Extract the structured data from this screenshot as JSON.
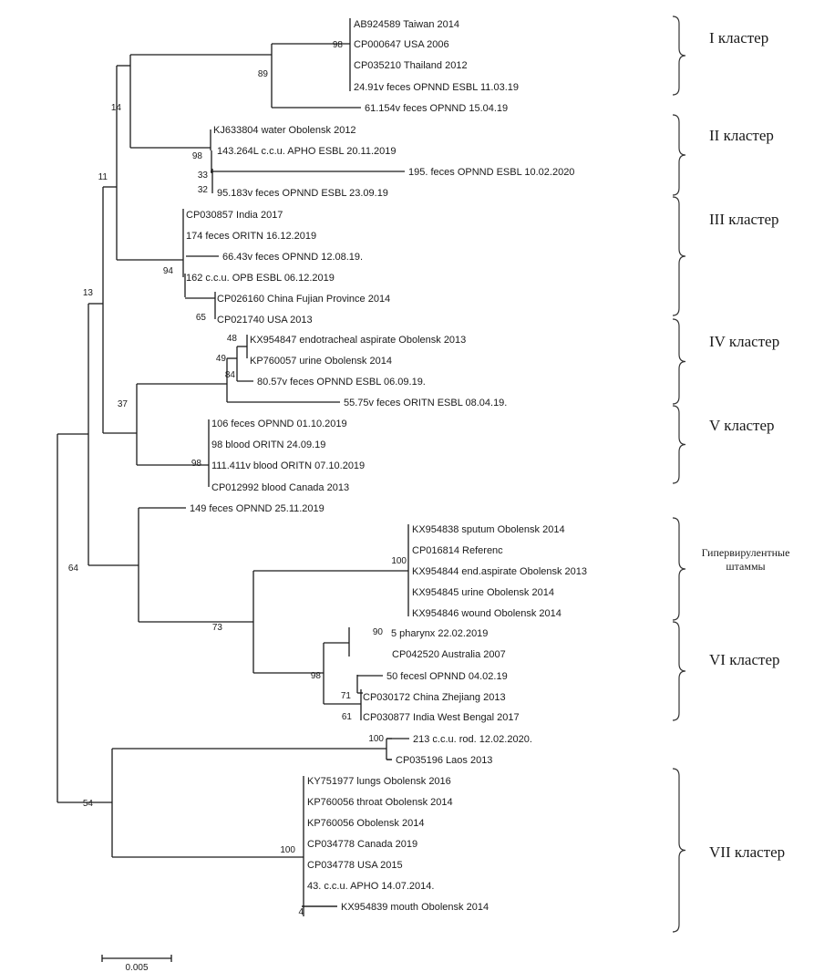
{
  "figure": {
    "type": "phylogenetic-tree",
    "scale_bar_label": "0.005"
  },
  "leaves": [
    {
      "id": "L1",
      "label": "AB924589 Taiwan 2014"
    },
    {
      "id": "L2",
      "label": "CP000647 USA 2006"
    },
    {
      "id": "L3",
      "label": "CP035210 Thailand 2012"
    },
    {
      "id": "L4",
      "label": "24.91v feces OPNND ESBL 11.03.19"
    },
    {
      "id": "L5",
      "label": "61.154v feces OPNND  15.04.19"
    },
    {
      "id": "L6",
      "label": "KJ633804 water Obolensk 2012"
    },
    {
      "id": "L7",
      "label": "143.264L c.c.u. APHO ESBL 20.11.2019"
    },
    {
      "id": "L8",
      "label": "195. feces OPNND ESBL 10.02.2020"
    },
    {
      "id": "L9",
      "label": "95.183v feces OPNND ESBL 23.09.19"
    },
    {
      "id": "L10",
      "label": "CP030857 India 2017"
    },
    {
      "id": "L11",
      "label": "174 feces ORITN 16.12.2019"
    },
    {
      "id": "L12",
      "label": "66.43v feces OPNND 12.08.19."
    },
    {
      "id": "L13",
      "label": "162 c.c.u. OPB ESBL 06.12.2019"
    },
    {
      "id": "L14",
      "label": "CP026160 China Fujian Province 2014"
    },
    {
      "id": "L15",
      "label": "CP021740 USA 2013"
    },
    {
      "id": "L16",
      "label": "KX954847 endotracheal aspirate Obolensk 2013"
    },
    {
      "id": "L17",
      "label": "KP760057 urine Obolensk 2014"
    },
    {
      "id": "L18",
      "label": "80.57v feces OPNND ESBL 06.09.19."
    },
    {
      "id": "L19",
      "label": "55.75v feces ORITN ESBL 08.04.19."
    },
    {
      "id": "L20",
      "label": "106 feces OPNND 01.10.2019"
    },
    {
      "id": "L21",
      "label": "98 blood ORITN 24.09.19"
    },
    {
      "id": "L22",
      "label": "111.411v blood ORITN 07.10.2019"
    },
    {
      "id": "L23",
      "label": "CP012992 blood Canada 2013"
    },
    {
      "id": "L24",
      "label": "149 feces OPNND 25.11.2019"
    },
    {
      "id": "L25",
      "label": "KX954838 sputum Obolensk  2014"
    },
    {
      "id": "L26",
      "label": "CP016814 Referenc"
    },
    {
      "id": "L27",
      "label": "KX954844 end.aspirate Obolensk 2013"
    },
    {
      "id": "L28",
      "label": "KX954845 urine Obolensk 2014"
    },
    {
      "id": "L29",
      "label": "KX954846 wound Obolensk 2014"
    },
    {
      "id": "L30",
      "label": "5 pharynx 22.02.2019"
    },
    {
      "id": "L31",
      "label": "CP042520 Australia 2007"
    },
    {
      "id": "L32",
      "label": "50 fecesl OPNND 04.02.19"
    },
    {
      "id": "L33",
      "label": "CP030172 China Zhejiang 2013"
    },
    {
      "id": "L34",
      "label": "CP030877 India West Bengal 2017"
    },
    {
      "id": "L35",
      "label": "213 c.c.u. rod. 12.02.2020."
    },
    {
      "id": "L36",
      "label": "CP035196  Laos 2013"
    },
    {
      "id": "L37",
      "label": "KY751977 lungs Obolensk 2016"
    },
    {
      "id": "L38",
      "label": "KP760056 throat Obolensk 2014"
    },
    {
      "id": "L39",
      "label": "KP760056 Obolensk 2014"
    },
    {
      "id": "L40",
      "label": "CP034778 Canada 2019"
    },
    {
      "id": "L41",
      "label": "CP034778 USA 2015"
    },
    {
      "id": "L42",
      "label": "43. c.c.u. APHO 14.07.2014."
    },
    {
      "id": "L43",
      "label": "KX954839 mouth Obolensk 2014"
    }
  ],
  "bootstrap_values": [
    "98",
    "89",
    "14",
    "98",
    "33",
    "32",
    "11",
    "94",
    "65",
    "13",
    "48",
    "49",
    "84",
    "37",
    "98",
    "100",
    "64",
    "73",
    "90",
    "98",
    "71",
    "61",
    "100",
    "54",
    "100",
    "4"
  ],
  "clusters": [
    {
      "label": "I кластер"
    },
    {
      "label": "II кластер"
    },
    {
      "label": "III кластер"
    },
    {
      "label": "IV кластер"
    },
    {
      "label": "V кластер"
    },
    {
      "label": "Гипервирулентные",
      "label2": "штаммы"
    },
    {
      "label": "VI кластер"
    },
    {
      "label": "VII кластер"
    }
  ]
}
